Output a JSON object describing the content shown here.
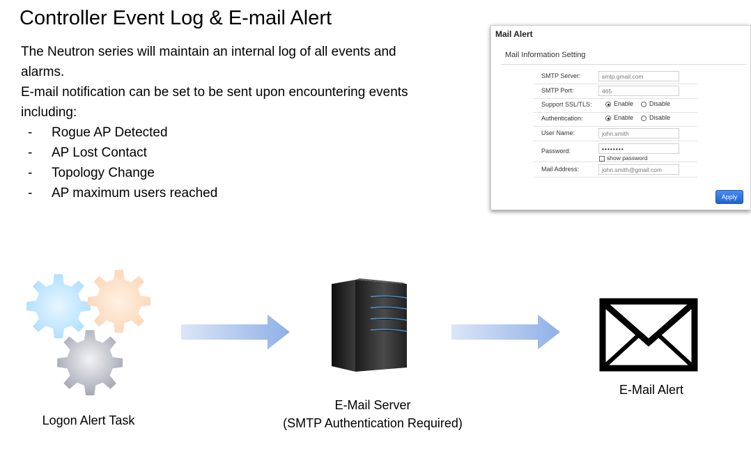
{
  "slide": {
    "title": "Controller Event Log & E-mail Alert",
    "paragraph1_line1": "The Neutron series will maintain an internal log of all events and",
    "paragraph1_line2": "alarms.",
    "paragraph2_line1": "E-mail notification can be set to be sent upon encountering events",
    "paragraph2_line2": "including:",
    "bullet_marker": "-",
    "bullets": [
      "Rogue AP Detected",
      "AP Lost Contact",
      "Topology Change",
      "AP maximum users reached"
    ]
  },
  "mail_alert": {
    "title": "Mail Alert",
    "section": "Mail Information Setting",
    "smtp_server_label": "SMTP Server:",
    "smtp_server_value": "smtp.gmail.com",
    "smtp_port_label": "SMTP Port:",
    "smtp_port_value": "465",
    "ssl_label": "Support SSL/TLS:",
    "ssl_enable_label": "Enable",
    "ssl_disable_label": "Disable",
    "ssl_selected": "Enable",
    "auth_label": "Authentication:",
    "auth_enable_label": "Enable",
    "auth_disable_label": "Disable",
    "auth_selected": "Enable",
    "username_label": "User Name:",
    "username_value": "john.smith",
    "password_label": "Password:",
    "password_value": "••••••••",
    "show_password_label": "show password",
    "mail_address_label": "Mail Address:",
    "mail_address_value": "john.smith@gmail.com",
    "apply_label": "Apply"
  },
  "diagram": {
    "task_caption": "Logon Alert Task",
    "server_caption_line1": "E-Mail Server",
    "server_caption_line2": "(SMTP Authentication Required)",
    "alert_caption": "E-Mail Alert",
    "icons": [
      "gears-icon",
      "arrow-right-icon",
      "server-icon",
      "arrow-right-icon",
      "envelope-icon"
    ],
    "colors": {
      "gear_blue": "#a8dcff",
      "gear_orange": "#fbd4b2",
      "gear_gray": "#9ea2ad",
      "arrow": "#9db6e6"
    }
  }
}
